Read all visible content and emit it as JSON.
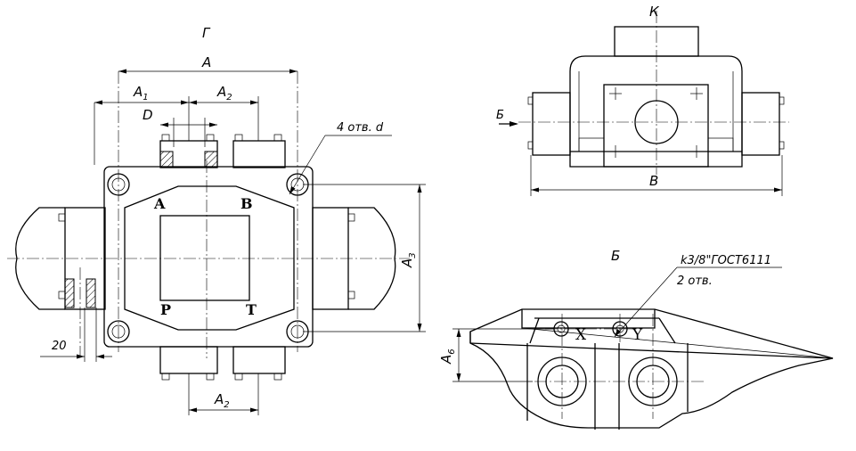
{
  "views": {
    "top_view_label": "Г",
    "side_view_label": "К",
    "bottom_view_label": "Б",
    "arrow_label": "Б"
  },
  "dimensions": {
    "A": "A",
    "A1": "A",
    "A1_sub": "1",
    "A2_top": "A",
    "A2_top_sub": "2",
    "A2_bottom": "A",
    "A2_bottom_sub": "2",
    "A3": "A",
    "A3_sub": "3",
    "A6": "A",
    "A6_sub": "6",
    "D": "D",
    "B": "B",
    "twenty": "20"
  },
  "notes": {
    "holes": "4 отв. d",
    "thread": "k3/8\"ГОСТ6111",
    "thread_holes": "2 отв."
  },
  "ports": {
    "A": "A",
    "B": "B",
    "P": "P",
    "T": "T",
    "X": "X",
    "Y": "Y"
  }
}
